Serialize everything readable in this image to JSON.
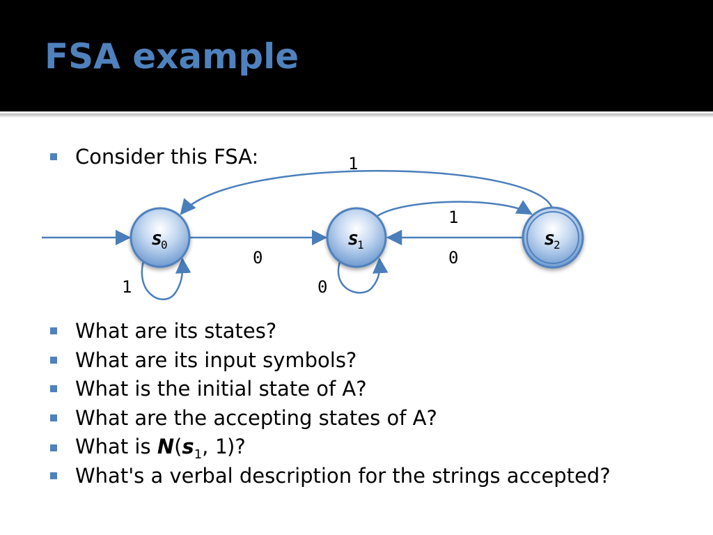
{
  "slide": {
    "title": "FSA example",
    "intro": "Consider this FSA:"
  },
  "diagram": {
    "states": [
      {
        "name": "s",
        "sub": "0",
        "accepting": false,
        "initial": true
      },
      {
        "name": "s",
        "sub": "1",
        "accepting": false,
        "initial": false
      },
      {
        "name": "s",
        "sub": "2",
        "accepting": true,
        "initial": false
      }
    ],
    "transitions": [
      {
        "from": "s0",
        "to": "s0",
        "label": "1"
      },
      {
        "from": "s0",
        "to": "s1",
        "label": "0"
      },
      {
        "from": "s1",
        "to": "s1",
        "label": "0"
      },
      {
        "from": "s1",
        "to": "s2",
        "label": "1"
      },
      {
        "from": "s2",
        "to": "s1",
        "label": "0"
      },
      {
        "from": "s2",
        "to": "s0",
        "label": "1"
      }
    ],
    "colors": {
      "state_fill_light": "#c6d9f1",
      "state_fill_dark": "#4f81bd",
      "edge": "#4a7ebb"
    }
  },
  "questions": {
    "q1": "What are its states?",
    "q2": "What are its input symbols?",
    "q3": "What is the initial state of A?",
    "q4": "What are the accepting states of A?",
    "q5_prefix": "What is ",
    "q5_func": "N",
    "q5_open": "(",
    "q5_state": "s",
    "q5_sub": "1",
    "q5_sep": ", ",
    "q5_symbol": "1",
    "q5_close": ")?",
    "q6": "What's a verbal description for the strings accepted?"
  },
  "colors": {
    "title": "#4f81bd",
    "bullet": "#4f81bd",
    "title_bar": "#000000"
  }
}
